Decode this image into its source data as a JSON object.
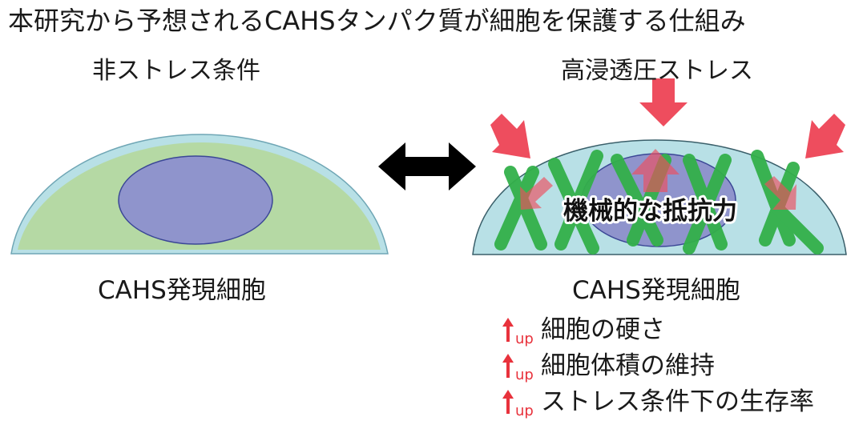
{
  "title": "本研究から予想されるCAHSタンパク質が細胞を保護する仕組み",
  "left_panel": {
    "condition": "非ストレス条件",
    "cell_label": "CAHS発現細胞"
  },
  "right_panel": {
    "condition": "高浸透圧ストレス",
    "cell_label": "CAHS発現細胞",
    "force_label": "機械的な抵抗力",
    "effects": [
      {
        "marker": "up",
        "text": "細胞の硬さ"
      },
      {
        "marker": "up",
        "text": "細胞体積の維持"
      },
      {
        "marker": "up",
        "text": "ストレス条件下の生存率"
      }
    ]
  },
  "colors": {
    "cell_left_fill": "#b7dba8",
    "cell_right_fill": "#b8e0e6",
    "nucleus": "#8f94cc",
    "cahs_filament": "#33b04a",
    "stress_arrow": "#ee4d5e",
    "up_arrow": "#e8323c",
    "double_arrow": "#000000"
  }
}
